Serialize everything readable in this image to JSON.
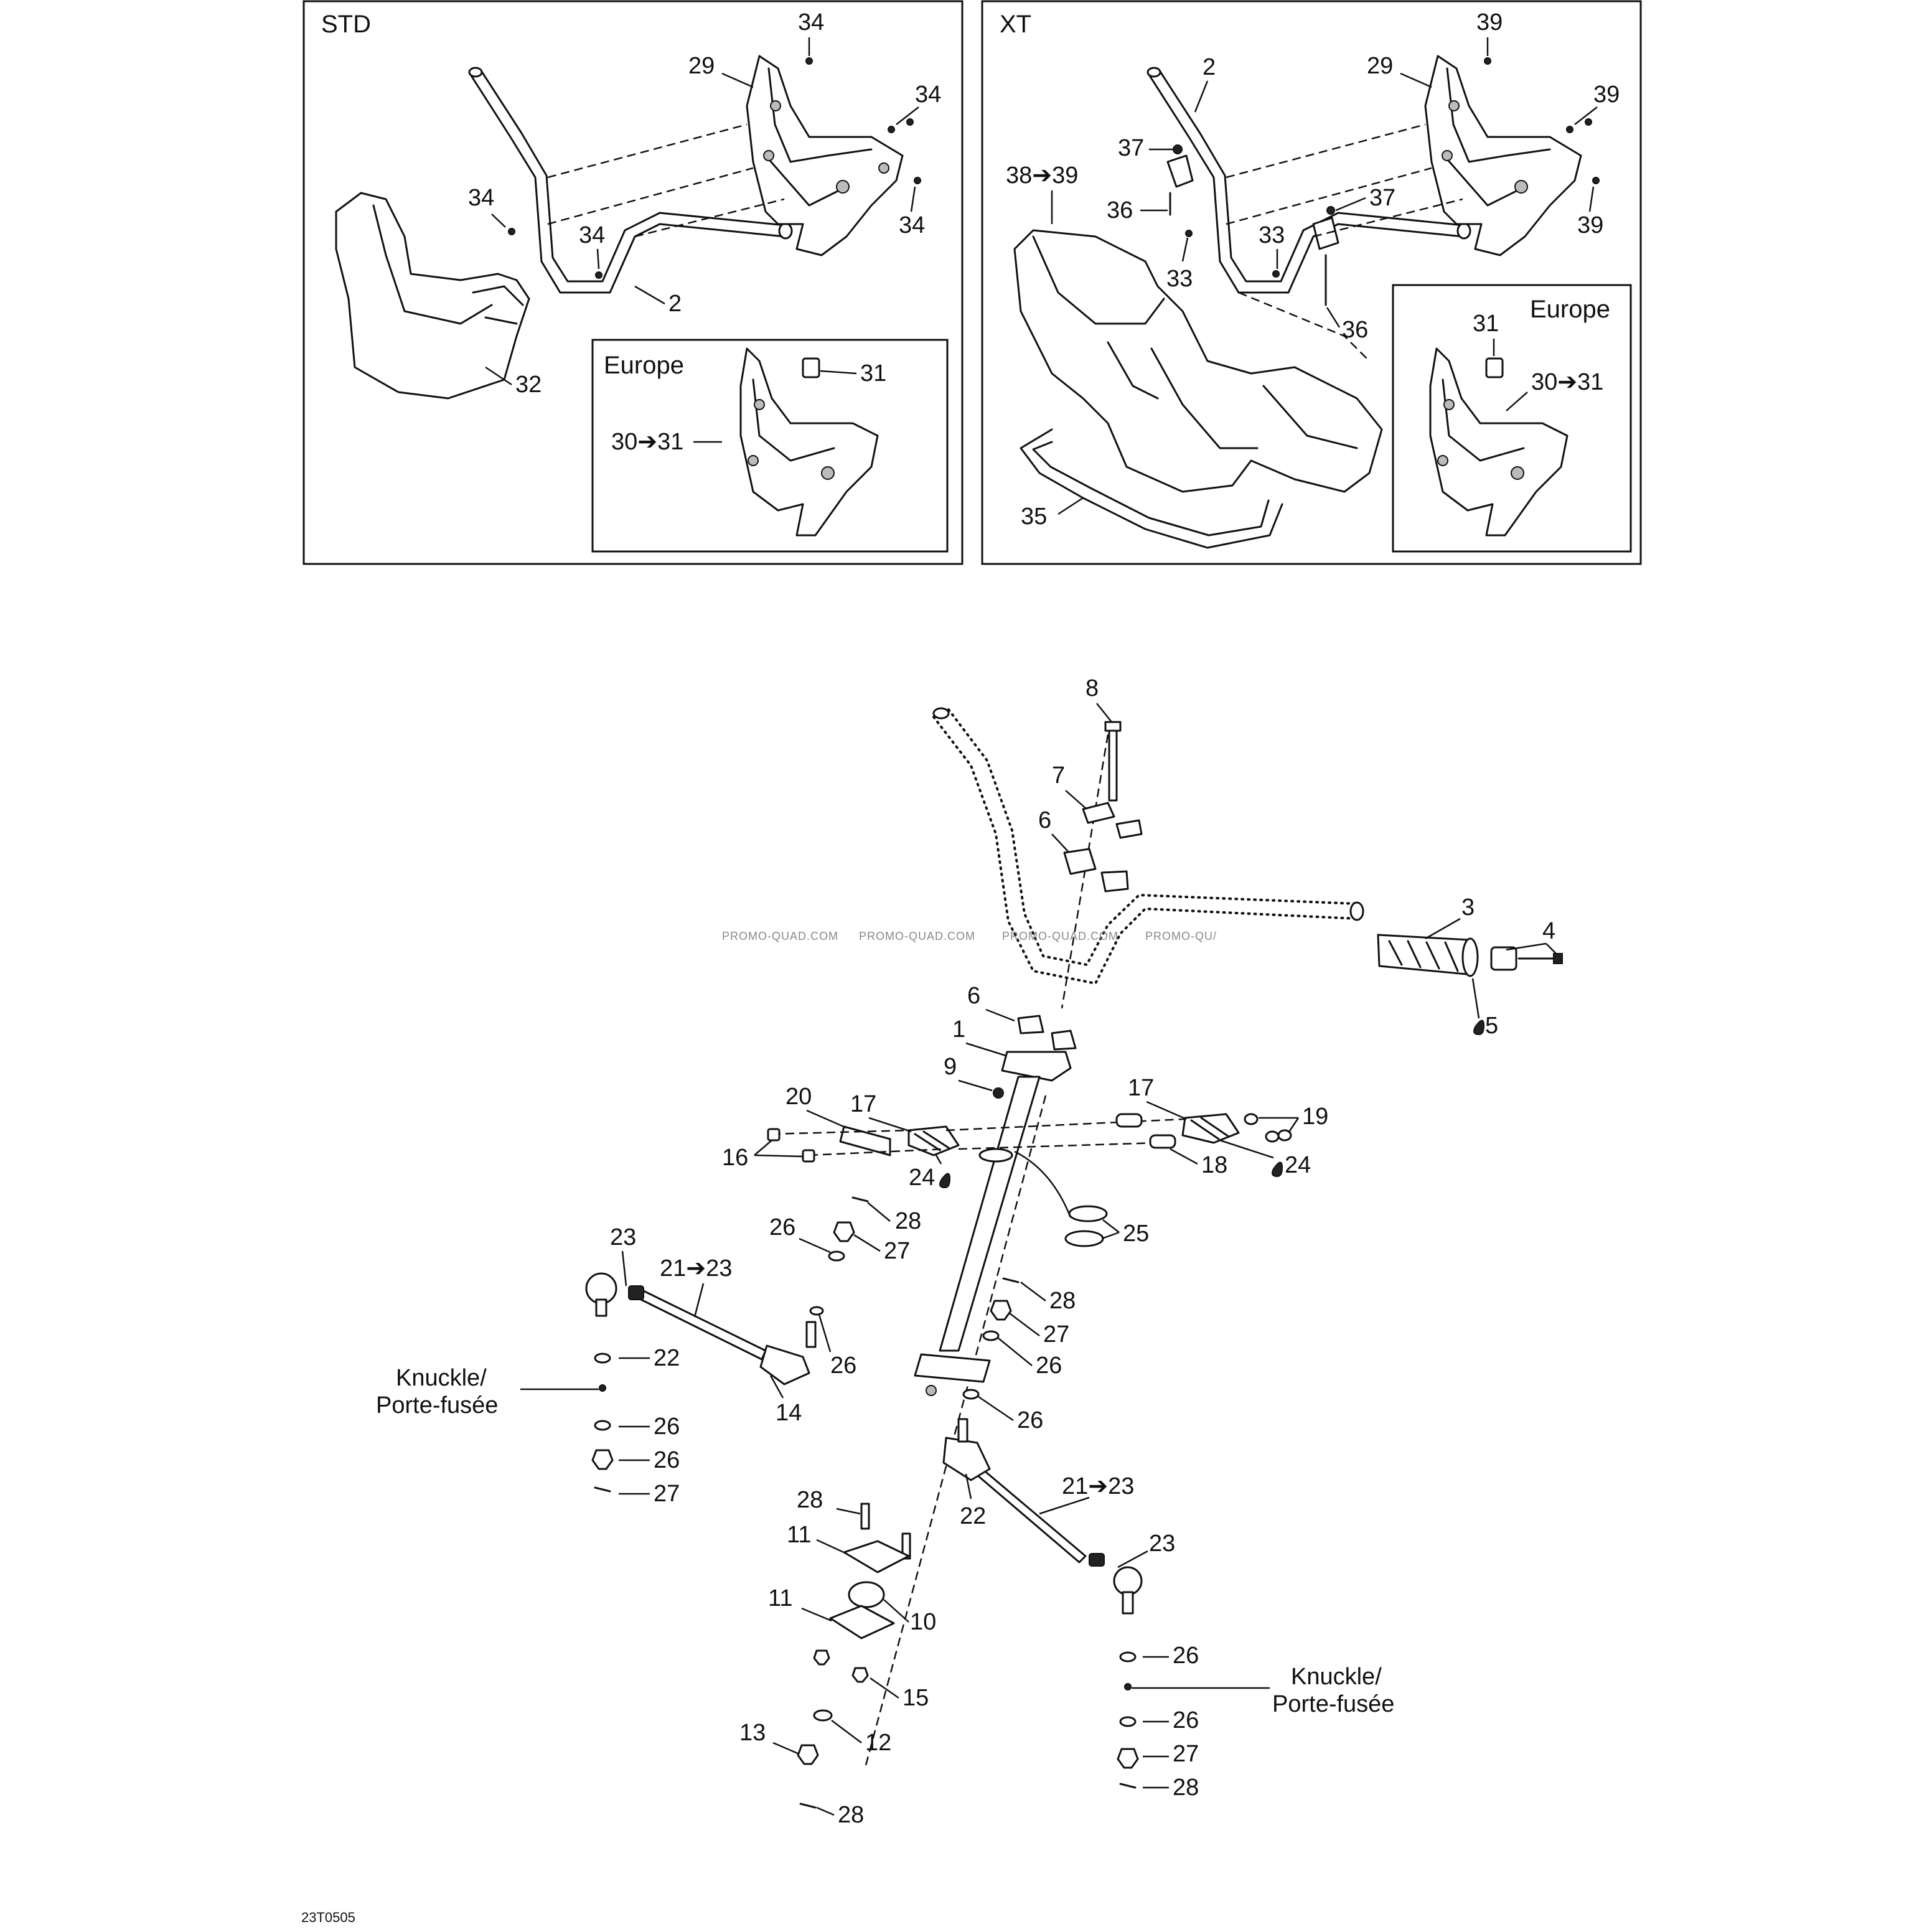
{
  "panels": {
    "std": {
      "title": "STD",
      "europe_label": "Europe",
      "callouts": [
        "34",
        "29",
        "34",
        "34",
        "34",
        "34",
        "2",
        "32",
        "31",
        "30➔31"
      ]
    },
    "xt": {
      "title": "XT",
      "europe_label": "Europe",
      "callouts": [
        "2",
        "39",
        "29",
        "39",
        "37",
        "38➔39",
        "36",
        "37",
        "33",
        "33",
        "39",
        "36",
        "35",
        "31",
        "30➔31"
      ]
    }
  },
  "main": {
    "callouts": [
      "8",
      "7",
      "6",
      "3",
      "4",
      "5",
      "6",
      "1",
      "9",
      "20",
      "17",
      "17",
      "19",
      "16",
      "24",
      "18",
      "24",
      "28",
      "25",
      "26",
      "27",
      "23",
      "21➔23",
      "28",
      "27",
      "26",
      "26",
      "26",
      "22",
      "26",
      "26",
      "27",
      "28",
      "14",
      "22",
      "21➔23",
      "11",
      "23",
      "11",
      "10",
      "15",
      "26",
      "13",
      "12",
      "26",
      "27",
      "28",
      "28"
    ],
    "knuckle_left": [
      "Knuckle/",
      "Porte-fusée"
    ],
    "knuckle_right": [
      "Knuckle/",
      "Porte-fusée"
    ],
    "watermark": [
      "PROMO-QUAD.COM",
      "PROMO-QUAD.COM",
      "PROMO-QUAD.COM",
      "PROMO-QU/"
    ]
  },
  "figure_id": "23T0505"
}
